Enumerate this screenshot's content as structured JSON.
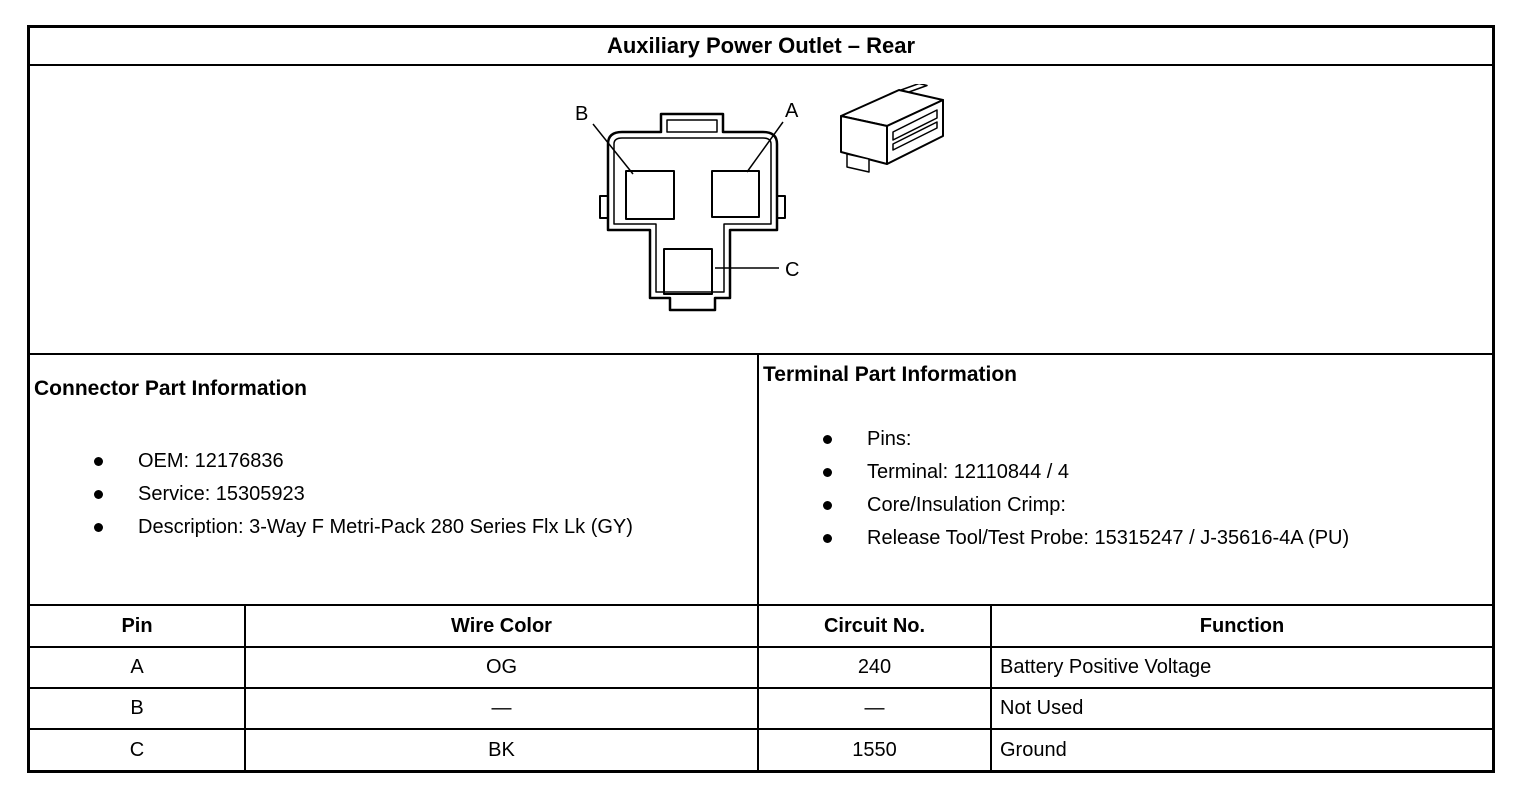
{
  "page": {
    "title": "Auxiliary Power Outlet – Rear"
  },
  "diagram": {
    "labels": {
      "a": "A",
      "b": "B",
      "c": "C"
    }
  },
  "connector_info": {
    "heading": "Connector Part Information",
    "items": [
      "OEM: 12176836",
      "Service: 15305923",
      "Description: 3-Way F Metri-Pack 280 Series Flx Lk (GY)"
    ]
  },
  "terminal_info": {
    "heading": "Terminal Part Information",
    "items": [
      "Pins:",
      "Terminal: 12110844 / 4",
      "Core/Insulation Crimp:",
      "Release Tool/Test Probe: 15315247 / J-35616-4A (PU)"
    ]
  },
  "pin_table": {
    "headers": [
      "Pin",
      "Wire Color",
      "Circuit No.",
      "Function"
    ],
    "rows": [
      [
        "A",
        "OG",
        "240",
        "Battery Positive Voltage"
      ],
      [
        "B",
        "—",
        "—",
        "Not Used"
      ],
      [
        "C",
        "BK",
        "1550",
        "Ground"
      ]
    ]
  }
}
